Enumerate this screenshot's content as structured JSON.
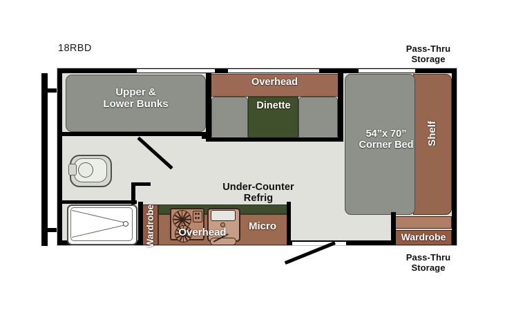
{
  "floorplan": {
    "model": "18RBD",
    "exterior_labels": [
      {
        "name": "pass-thru-storage-top",
        "text": "Pass-Thru\nStorage"
      },
      {
        "name": "pass-thru-storage-bottom",
        "text": "Pass-Thru\nStorage"
      }
    ],
    "rooms": [
      {
        "name": "bunks",
        "label": "Upper &\nLower Bunks",
        "color": "#8e9189"
      },
      {
        "name": "overhead-dinette",
        "label": "Overhead",
        "color": "#9c6a54"
      },
      {
        "name": "dinette",
        "label": "Dinette",
        "color": "#40502c"
      },
      {
        "name": "corner-bed",
        "label": "54”x 70”\nCorner Bed",
        "color": "#8e9189"
      },
      {
        "name": "shelf",
        "label": "Shelf",
        "color": "#96664f"
      },
      {
        "name": "wardrobe-right",
        "label": "Wardrobe",
        "color": "#955a43"
      },
      {
        "name": "wardrobe-left",
        "label": "Wardrobe",
        "color": "#955a43"
      },
      {
        "name": "overhead-kitchen",
        "label": "Overhead",
        "color": "#9b6a51"
      },
      {
        "name": "microwave",
        "label": "Micro",
        "color": "#9b6a51"
      },
      {
        "name": "under-counter-refrig",
        "label": "Under-Counter\nRefrig",
        "color": "#3e4d2e"
      }
    ],
    "colors": {
      "floor": "#dfe1da",
      "wall": "#000000",
      "gray_furniture": "#8e9189",
      "brown_cabinet": "#9c6a54",
      "dark_brown": "#96664f",
      "wardrobe": "#955a43",
      "dinette_table": "#40502c",
      "counter_green": "#3e4d2e",
      "window": "#ffffff"
    }
  }
}
